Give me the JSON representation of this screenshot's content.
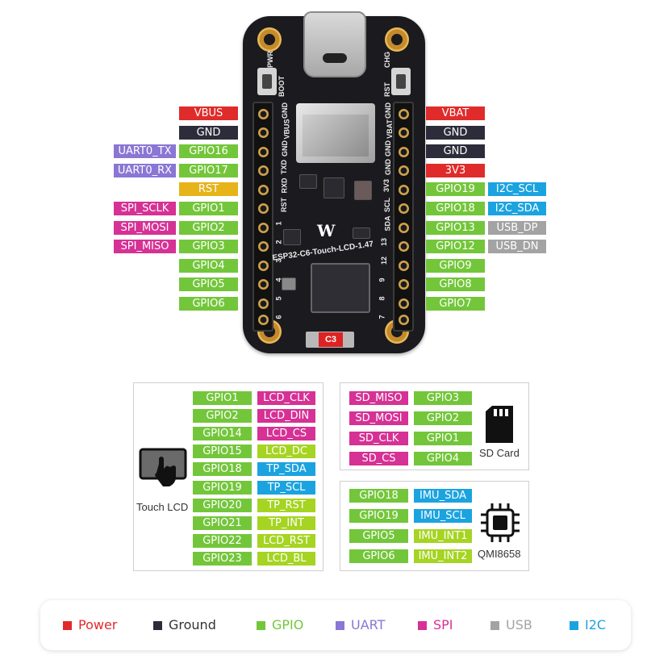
{
  "board": {
    "name": "ESP32-C6-Touch-LCD-1.47",
    "antenna_label": "C3",
    "logo": "W",
    "silk_top_left": [
      "PWR",
      "BOOT"
    ],
    "silk_top_right": [
      "CHG",
      "RST"
    ],
    "silk_left_header": [
      "GND",
      "VBUS",
      "GND",
      "TXD",
      "RXD",
      "RST",
      "1",
      "2",
      "3",
      "4",
      "5",
      "6"
    ],
    "silk_right_header": [
      "GND",
      "VBAT",
      "GND",
      "GND",
      "3V3",
      "SCL",
      "SDA",
      "13",
      "12",
      "9",
      "8",
      "7"
    ]
  },
  "left_pins": [
    {
      "pin": "VBUS",
      "pin_class": "c-power",
      "func": ""
    },
    {
      "pin": "GND",
      "pin_class": "c-gnd",
      "func": ""
    },
    {
      "pin": "GPIO16",
      "pin_class": "c-gpio",
      "func": "UART0_TX",
      "func_class": "c-uart"
    },
    {
      "pin": "GPIO17",
      "pin_class": "c-gpio",
      "func": "UART0_RX",
      "func_class": "c-uart"
    },
    {
      "pin": "RST",
      "pin_class": "c-rst",
      "func": ""
    },
    {
      "pin": "GPIO1",
      "pin_class": "c-gpio",
      "func": "SPI_SCLK",
      "func_class": "c-spi"
    },
    {
      "pin": "GPIO2",
      "pin_class": "c-gpio",
      "func": "SPI_MOSI",
      "func_class": "c-spi"
    },
    {
      "pin": "GPIO3",
      "pin_class": "c-gpio",
      "func": "SPI_MISO",
      "func_class": "c-spi"
    },
    {
      "pin": "GPIO4",
      "pin_class": "c-gpio",
      "func": ""
    },
    {
      "pin": "GPIO5",
      "pin_class": "c-gpio",
      "func": ""
    },
    {
      "pin": "GPIO6",
      "pin_class": "c-gpio",
      "func": ""
    }
  ],
  "right_pins": [
    {
      "pin": "VBAT",
      "pin_class": "c-power",
      "func": ""
    },
    {
      "pin": "GND",
      "pin_class": "c-gnd",
      "func": ""
    },
    {
      "pin": "GND",
      "pin_class": "c-gnd",
      "func": ""
    },
    {
      "pin": "3V3",
      "pin_class": "c-power",
      "func": ""
    },
    {
      "pin": "GPIO19",
      "pin_class": "c-gpio",
      "func": "I2C_SCL",
      "func_class": "c-i2c"
    },
    {
      "pin": "GPIO18",
      "pin_class": "c-gpio",
      "func": "I2C_SDA",
      "func_class": "c-i2c"
    },
    {
      "pin": "GPIO13",
      "pin_class": "c-gpio",
      "func": "USB_DP",
      "func_class": "c-usb"
    },
    {
      "pin": "GPIO12",
      "pin_class": "c-gpio",
      "func": "USB_DN",
      "func_class": "c-usb"
    },
    {
      "pin": "GPIO9",
      "pin_class": "c-gpio",
      "func": ""
    },
    {
      "pin": "GPIO8",
      "pin_class": "c-gpio",
      "func": ""
    },
    {
      "pin": "GPIO7",
      "pin_class": "c-gpio",
      "func": ""
    }
  ],
  "touch_lcd": {
    "caption": "Touch LCD",
    "icon": "touch-screen-icon",
    "rows": [
      {
        "gpio": "GPIO1",
        "func": "LCD_CLK",
        "func_class": "c-spi"
      },
      {
        "gpio": "GPIO2",
        "func": "LCD_DIN",
        "func_class": "c-spi"
      },
      {
        "gpio": "GPIO14",
        "func": "LCD_CS",
        "func_class": "c-spi"
      },
      {
        "gpio": "GPIO15",
        "func": "LCD_DC",
        "func_class": "c-lime"
      },
      {
        "gpio": "GPIO18",
        "func": "TP_SDA",
        "func_class": "c-i2c"
      },
      {
        "gpio": "GPIO19",
        "func": "TP_SCL",
        "func_class": "c-i2c"
      },
      {
        "gpio": "GPIO20",
        "func": "TP_RST",
        "func_class": "c-lime"
      },
      {
        "gpio": "GPIO21",
        "func": "TP_INT",
        "func_class": "c-lime"
      },
      {
        "gpio": "GPIO22",
        "func": "LCD_RST",
        "func_class": "c-lime"
      },
      {
        "gpio": "GPIO23",
        "func": "LCD_BL",
        "func_class": "c-lime"
      }
    ]
  },
  "sd_card": {
    "caption": "SD Card",
    "icon": "sd-card-icon",
    "rows": [
      {
        "func": "SD_MISO",
        "gpio": "GPIO3"
      },
      {
        "func": "SD_MOSI",
        "gpio": "GPIO2"
      },
      {
        "func": "SD_CLK",
        "gpio": "GPIO1"
      },
      {
        "func": "SD_CS",
        "gpio": "GPIO4"
      }
    ]
  },
  "imu": {
    "caption": "QMI8658",
    "icon": "chip-icon",
    "rows": [
      {
        "gpio": "GPIO18",
        "func": "IMU_SDA",
        "func_class": "c-i2c"
      },
      {
        "gpio": "GPIO19",
        "func": "IMU_SCL",
        "func_class": "c-i2c"
      },
      {
        "gpio": "GPIO5",
        "func": "IMU_INT1",
        "func_class": "c-lime"
      },
      {
        "gpio": "GPIO6",
        "func": "IMU_INT2",
        "func_class": "c-lime"
      }
    ]
  },
  "legend": [
    {
      "label": "Power",
      "color": "#e02b2b"
    },
    {
      "label": "Ground",
      "color": "#2c2c3a"
    },
    {
      "label": "GPIO",
      "color": "#73c63a"
    },
    {
      "label": "UART",
      "color": "#8a76d4"
    },
    {
      "label": "SPI",
      "color": "#d63195"
    },
    {
      "label": "USB",
      "color": "#a3a3a3"
    },
    {
      "label": "I2C",
      "color": "#1ba3e0"
    }
  ]
}
